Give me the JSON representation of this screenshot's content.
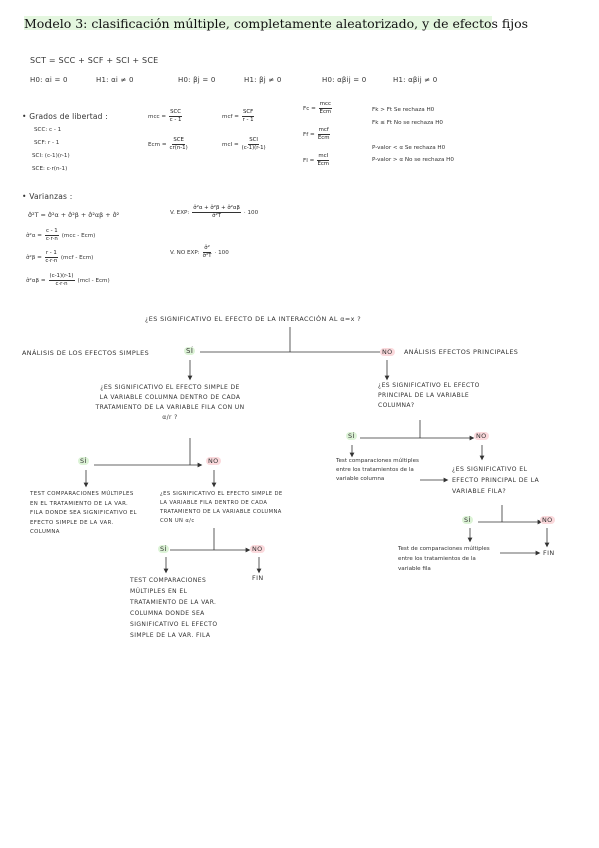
{
  "title": "Modelo 3: clasificación múltiple, completamente aleatorizado, y de efectos fijos",
  "sct_eq": "SCT = SCC +  SCF + SCI + SCE",
  "hypotheses": [
    "H0: αi = 0",
    "H1: αi ≠ 0",
    "H0: βj = 0",
    "H1: βj ≠ 0",
    "H0: αβij = 0",
    "H1: αβij ≠ 0"
  ],
  "grados": {
    "heading": "• Grados de libertad :",
    "items": [
      "SCC: c - 1",
      "SCF: r - 1",
      "SCI: (c-1)(r-1)",
      "SCE: c·r(n-1)"
    ]
  },
  "mean_squares": {
    "mcc_label": "mcc =",
    "mcc_num": "SCC",
    "mcc_den": "c - 1",
    "mcf_label": "mcf =",
    "mcf_num": "SCF",
    "mcf_den": "r - 1",
    "ecm_label": "Ecm =",
    "ecm_num": "SCE",
    "ecm_den": "cr(n-1)",
    "mci_label": "mcI =",
    "mci_num": "SCI",
    "mci_den": "(c-1)(r-1)"
  },
  "f_stats": {
    "fc_label": "Fc =",
    "fc_num": "mcc",
    "fc_den": "Ecm",
    "ff_label": "Ff =",
    "ff_num": "mcf",
    "ff_den": "Ecm",
    "fi_label": "FI =",
    "fi_num": "mcI",
    "fi_den": "Ecm"
  },
  "rules": [
    "Fk > Ft   Se rechaza H0",
    "Fk ≤ Ft   No se rechaza H0",
    "P-valor < α   Se rechaza H0",
    "P-valor > α   No se rechaza H0"
  ],
  "varianzas": {
    "heading": "• Varianzas :",
    "total": "σ̂²T = σ̂²α + σ̂²β + σ̂²αβ + σ̂²",
    "alpha_lhs": "σ̂²α =",
    "alpha_num": "c - 1",
    "alpha_den": "c·r·n",
    "alpha_rhs": "(mcc - Ecm)",
    "beta_lhs": "σ̂²β =",
    "beta_num": "r - 1",
    "beta_den": "c·r·n",
    "beta_rhs": "(mcf - Ecm)",
    "ab_lhs": "σ̂²αβ =",
    "ab_num": "(c-1)(r-1)",
    "ab_den": "c·r·n",
    "ab_rhs": "(mcI - Ecm)",
    "vexp_label": "V. EXP:",
    "vexp_num": "σ̂²α + σ̂²β + σ̂²αβ",
    "vexp_den": "σ̂²T",
    "vexp_tail": "· 100",
    "vnoexp_label": "V. NO EXP:",
    "vnoexp_num": "σ̂²",
    "vnoexp_den": "σ̂²T",
    "vnoexp_tail": "· 100"
  },
  "flow": {
    "q_top": "¿ES SIGNIFICATIVO EL EFECTO DE LA INTERACCIÓN AL α=x ?",
    "left_label": "ANÁLISIS DE LOS EFECTOS SIMPLES",
    "right_label": "ANÁLISIS EFECTOS PRINCIPALES",
    "si": "SÍ",
    "no": "NO",
    "fin": "FIN",
    "q_left": "¿ES SIGNIFICATIVO EL EFECTO SIMPLE DE LA VARIABLE COLUMNA DENTRO DE CADA TRATAMIENTO DE LA VARIABLE FILA CON UN α/r ?",
    "test_left": "TEST COMPARACIONES MÚLTIPLES EN EL TRATAMIENTO DE LA VAR. FILA DONDE SEA SIGNIFICATIVO EL EFECTO SIMPLE DE LA VAR. COLUMNA",
    "q_left2": "¿ES SIGNIFICATIVO EL EFECTO SIMPLE DE LA VARIABLE FILA DENTRO DE CADA TRATAMIENTO DE LA VARIABLE COLUMNA CON UN α/c",
    "test_left2": "TEST COMPARACIONES MÚLTIPLES EN EL TRATAMIENTO DE LA VAR. COLUMNA DONDE SEA SIGNIFICATIVO EL EFECTO SIMPLE DE LA VAR. FILA",
    "q_right": "¿ES SIGNIFICATIVO EL EFECTO PRINCIPAL DE LA VARIABLE COLUMNA?",
    "test_right": "Test comparaciones múltiples entre los tratamientos de la variable columna",
    "q_right2": "¿ES SIGNIFICATIVO EL EFECTO PRINCIPAL DE LA VARIABLE FILA?",
    "test_right2": "Test de comparaciones múltiples entre los tratamientos de la variable fila"
  }
}
